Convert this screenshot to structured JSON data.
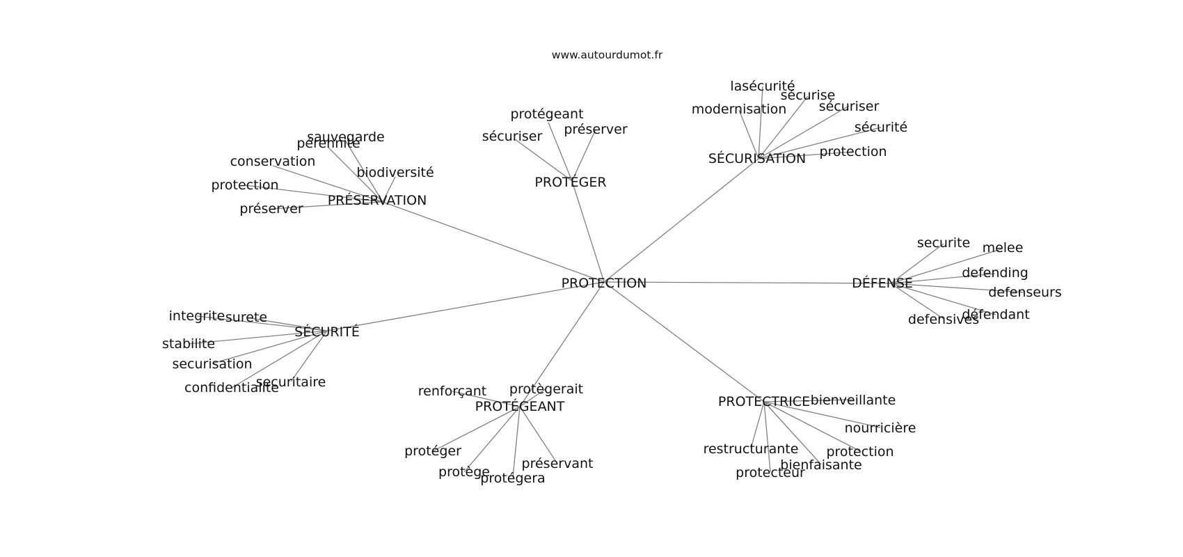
{
  "credit": "www.autourdumot.fr",
  "root": "PROTECTION",
  "groups": [
    {
      "hub": "PRÉSERVATION",
      "words": [
        "sauvegarde",
        "pérennité",
        "conservation",
        "biodiversité",
        "protection",
        "préserver"
      ]
    },
    {
      "hub": "PROTÉGER",
      "words": [
        "protégeant",
        "sécuriser",
        "préserver"
      ]
    },
    {
      "hub": "SÉCURISATION",
      "words": [
        "lasécurité",
        "sécurise",
        "modernisation",
        "sécuriser",
        "sécurité",
        "protection"
      ]
    },
    {
      "hub": "DÉFENSE",
      "words": [
        "securite",
        "melee",
        "defending",
        "defenseurs",
        "défendant",
        "defensives"
      ]
    },
    {
      "hub": "SÉCURITÉ",
      "words": [
        "integrite",
        "surete",
        "stabilite",
        "securisation",
        "securitaire",
        "confidentialite"
      ]
    },
    {
      "hub": "PROTÉGEANT",
      "words": [
        "renforçant",
        "protègerait",
        "protéger",
        "préservant",
        "protège",
        "protégera"
      ]
    },
    {
      "hub": "PROTECTRICE",
      "words": [
        "bienveillante",
        "nourricière",
        "restructurante",
        "protection",
        "bienfaisante",
        "protecteur"
      ]
    }
  ]
}
